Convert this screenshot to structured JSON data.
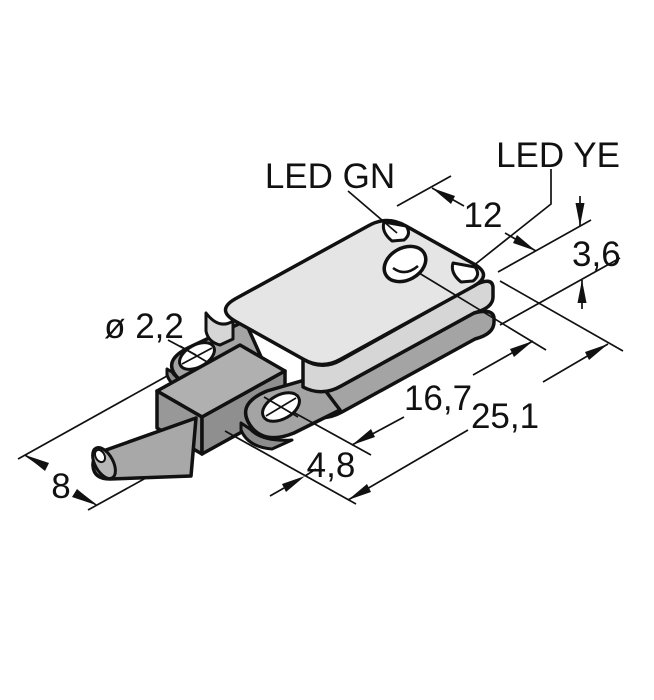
{
  "drawing": {
    "title": "Sensor dimension drawing",
    "type": "isometric technical drawing"
  },
  "labels": {
    "led_green": "LED GN",
    "led_yellow": "LED YE",
    "hole_diameter": "ø 2,2"
  },
  "dimensions": {
    "end_width": "12",
    "thickness": "3,6",
    "hole_to_face_length": "16,7",
    "overall_length": "25,1",
    "end_to_hole": "4,8",
    "clamp_width": "8"
  },
  "colors": {
    "background": "#ffffff",
    "line": "#111111",
    "body_top": "#e5e5e5",
    "body_side": "#d6d6d6",
    "bracket": "#a4a4a4",
    "bracket_shadow": "#8d8d8d",
    "clamp_top": "#b0b0b0",
    "clamp_end": "#989898",
    "cable": "#a8a8a8",
    "cable_cap": "#b6b6b6",
    "window_fill": "#ffffff"
  }
}
